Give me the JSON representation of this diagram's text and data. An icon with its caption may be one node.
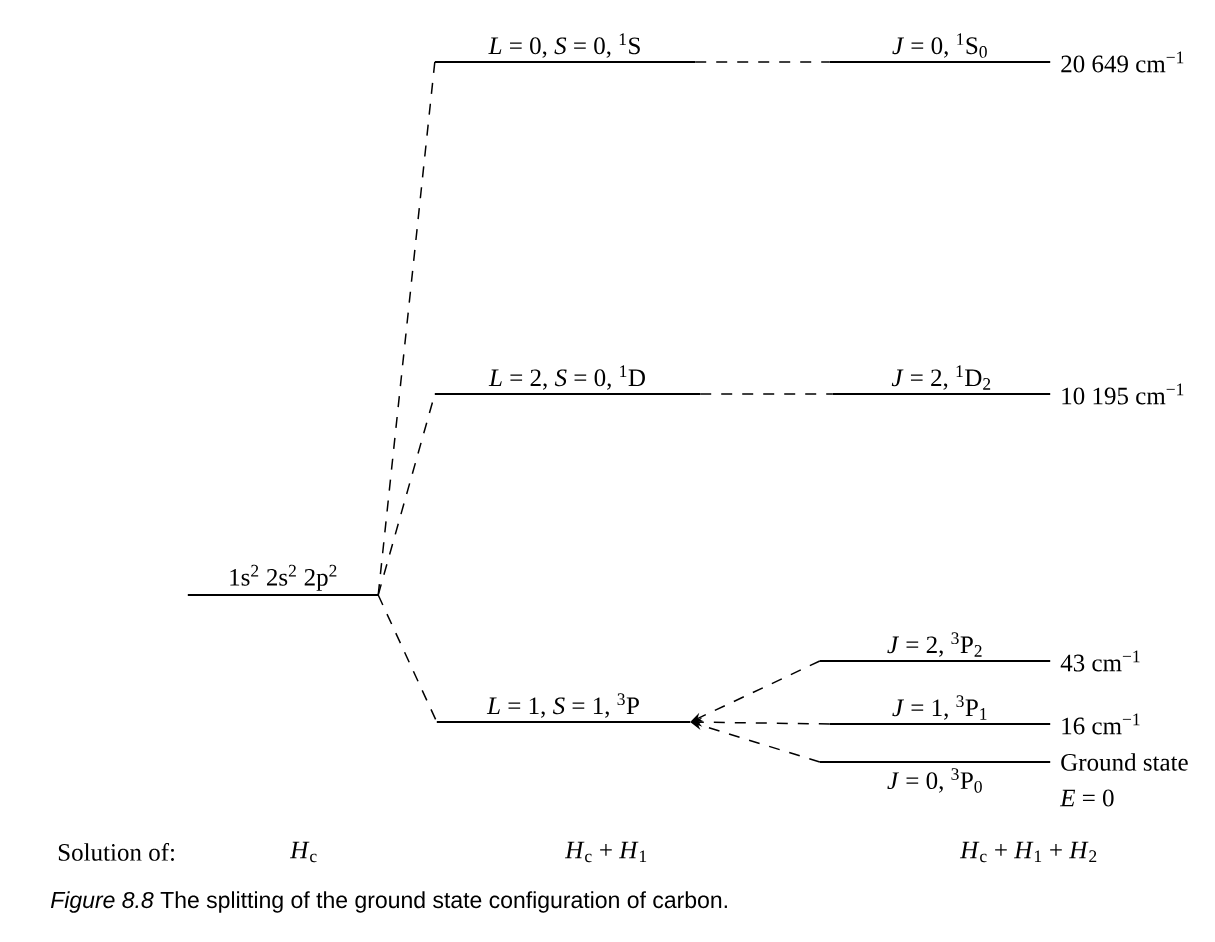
{
  "diagram": {
    "caption": "*Figure 8.8* The splitting of the ground state configuration of carbon.",
    "nodes": [
      {
        "text": [
          "1s$^{2}$ 2s$^{2}$ 2p$^{2}$"
        ]
      },
      {
        "text": [
          "*L* = 0, *S* = 0, $^{1}$S"
        ]
      },
      {
        "text": [
          "*L* = 2, *S* = 0, $^{1}$D"
        ]
      },
      {
        "text": [
          "*L* = 1, *S* = 1, $^{3}$P"
        ]
      },
      {
        "text": [
          "*J* = 0, $^{1}$S$_{0}$"
        ],
        "beside": [
          "20 649 cm$^{−1}$"
        ]
      },
      {
        "text": [
          "*J* = 2, $^{1}$D$_{2}$"
        ],
        "beside": [
          "10 195 cm$^{−1}$"
        ]
      },
      {
        "text": [
          "*J* = 2, $^{3}$P$_{2}$"
        ],
        "beside": [
          "43 cm$^{−1}$"
        ]
      },
      {
        "text": [
          "*J* = 1, $^{3}$P$_{1}$"
        ],
        "beside": [
          "16 cm$^{−1}$"
        ]
      },
      {
        "text": [
          "*J* = 0, $^{3}$P$_{0}$"
        ],
        "beside": [
          "Ground state",
          "*E* = 0"
        ]
      }
    ],
    "edges": [
      {
        "from": 0,
        "to": 1,
        "arrow": "none",
        "style": "dashed"
      },
      {
        "from": 0,
        "to": 2,
        "arrow": "none",
        "style": "dashed"
      },
      {
        "from": 0,
        "to": 3,
        "arrow": "none",
        "style": "dashed"
      },
      {
        "from": 1,
        "to": 4,
        "arrow": "none",
        "style": "dashed"
      },
      {
        "from": 2,
        "to": 5,
        "arrow": "none",
        "style": "dashed"
      },
      {
        "from": 6,
        "to": 3,
        "arrow": "to",
        "style": "dashed"
      },
      {
        "from": 7,
        "to": 3,
        "arrow": "to",
        "style": "dashed"
      },
      {
        "from": 8,
        "to": 3,
        "arrow": "to",
        "style": "dashed"
      }
    ],
    "labels": [
      "Solution of:",
      "*H*$_{c}$",
      "*H*$_{c}$ + *H*$_{1}$",
      "*H*$_{c}$ + *H*$_{1}$ + *H*$_{2}$"
    ]
  }
}
